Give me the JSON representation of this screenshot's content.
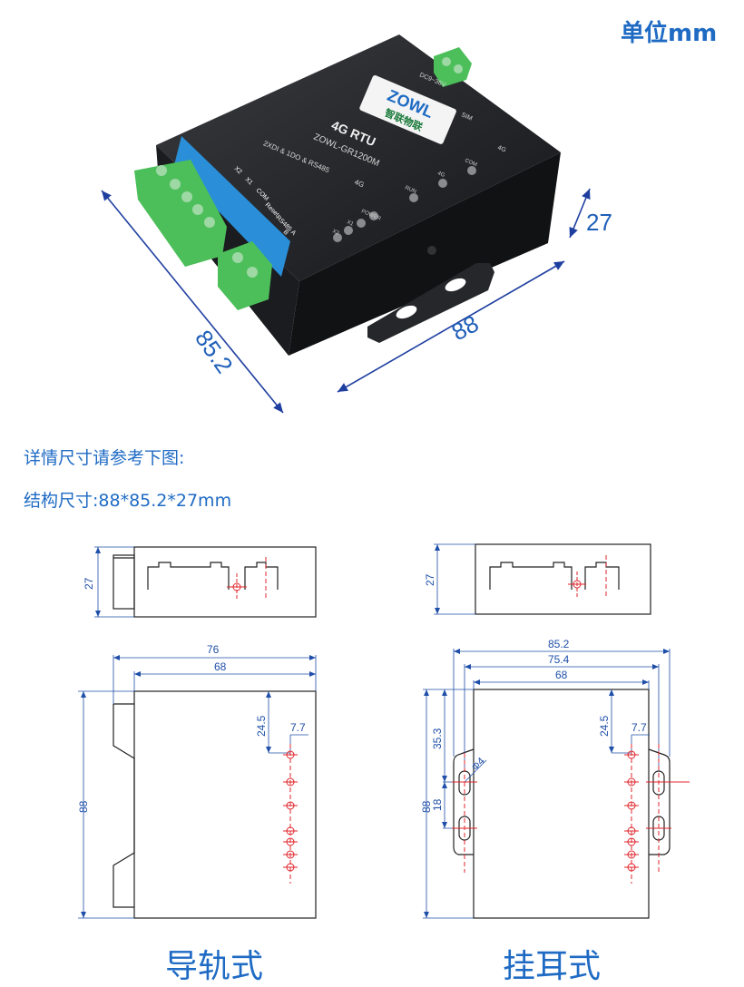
{
  "unit_label": "单位mm",
  "notes": {
    "detail": "详情尺寸请参考下图:",
    "size": "结构尺寸:88*85.2*27mm"
  },
  "captions": {
    "rail_mount": "导轨式",
    "ear_mount": "挂耳式"
  },
  "device": {
    "product_name": "4G RTU",
    "model": "ZOWL-GR1200M",
    "brand_logo": "ZOWL",
    "brand_cn": "智联物联",
    "interface_text": "2XDI & 1DO & RS485",
    "arrow_label": "4G",
    "label_4g": "4G",
    "power_in": "DC9~36V",
    "sim_label": "SIM",
    "terminal_labels": [
      "X2",
      "X1",
      "COM",
      "Reset",
      "RS485 A",
      "B"
    ],
    "led_labels": [
      "POWER",
      "RUN",
      "4G",
      "COM",
      "X1",
      "X2"
    ]
  },
  "iso_dims": {
    "length": "88",
    "width": "85.2",
    "height": "27"
  },
  "drawing_left": {
    "side_height": "27",
    "width_outer": "76",
    "width_inner": "68",
    "length": "88",
    "hole_offset_y": "24.5",
    "hole_offset_x": "7.7"
  },
  "drawing_right": {
    "side_height": "27",
    "width_outer": "85.2",
    "width_mid": "75.4",
    "width_inner": "68",
    "length": "88",
    "ear_offset": "35.3",
    "ear_spacing": "18",
    "hole_offset_y": "24.5",
    "hole_offset_x": "7.7",
    "hole_diameter": "Φ4"
  },
  "colors": {
    "accent_blue": "#1f6bc4",
    "device_body": "#1e1f22",
    "terminal_green": "#4cbf5a",
    "label_blue": "#2a8fd8",
    "center_mark_red": "#e0242b"
  }
}
